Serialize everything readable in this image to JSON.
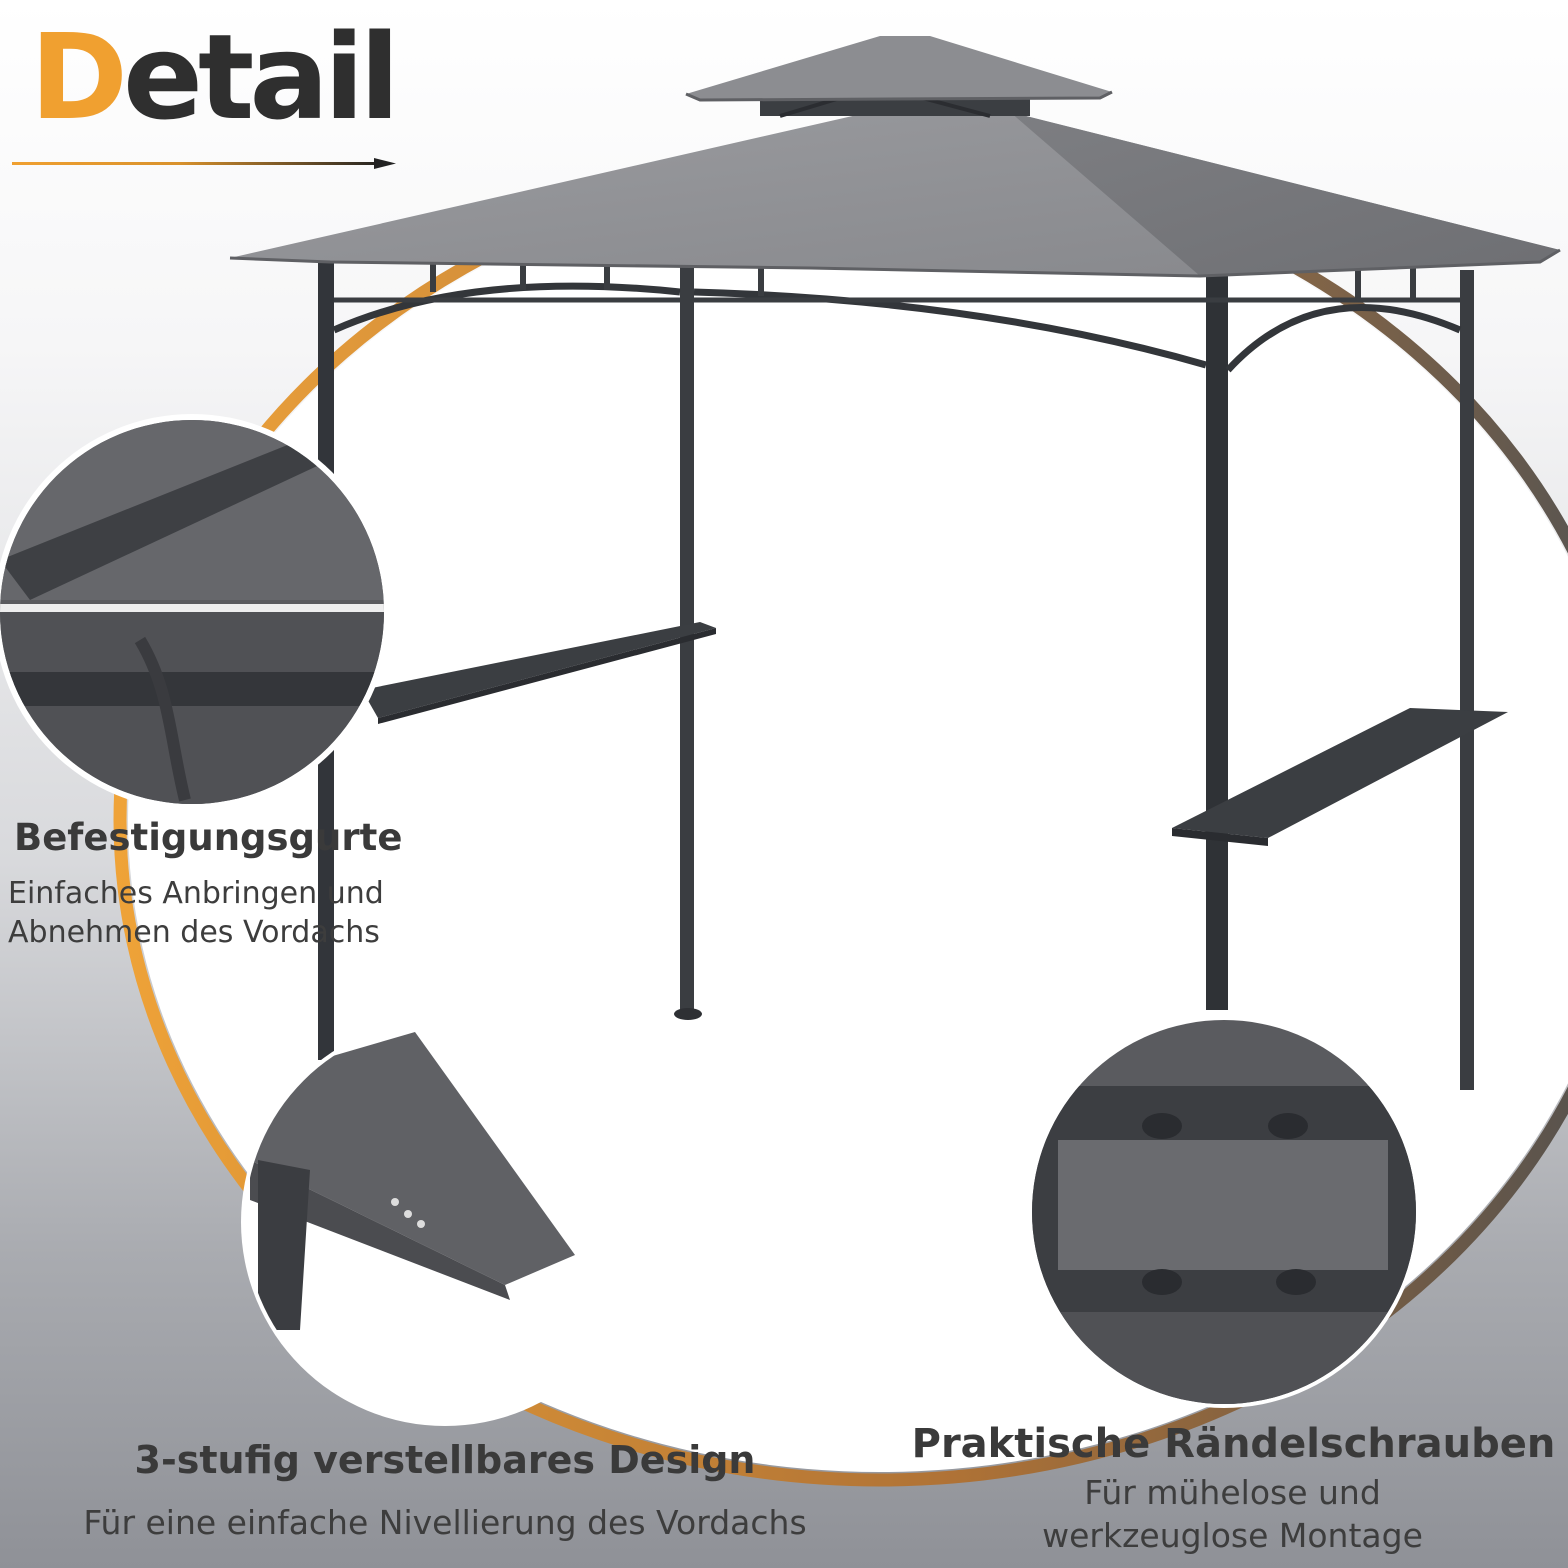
{
  "header": {
    "title_first": "D",
    "title_rest": "etail",
    "accent_color": "#f0a030"
  },
  "features": [
    {
      "title": "Befestigungsgurte",
      "desc_lines": [
        "Einfaches Anbringen und",
        "Abnehmen des Vordachs"
      ]
    },
    {
      "title": "3-stufig verstellbares Design",
      "desc_lines": [
        "Für eine einfache Nivellierung des Vordachs"
      ]
    },
    {
      "title": "Praktische Rändelschrauben",
      "desc_lines": [
        "Für mühelose und",
        "werkzeuglose Montage"
      ]
    }
  ],
  "colors": {
    "canopy": "#8e8f93",
    "frame": "#33363a",
    "arc_gradient": [
      "#f0a030",
      "#4a4a4a"
    ]
  }
}
